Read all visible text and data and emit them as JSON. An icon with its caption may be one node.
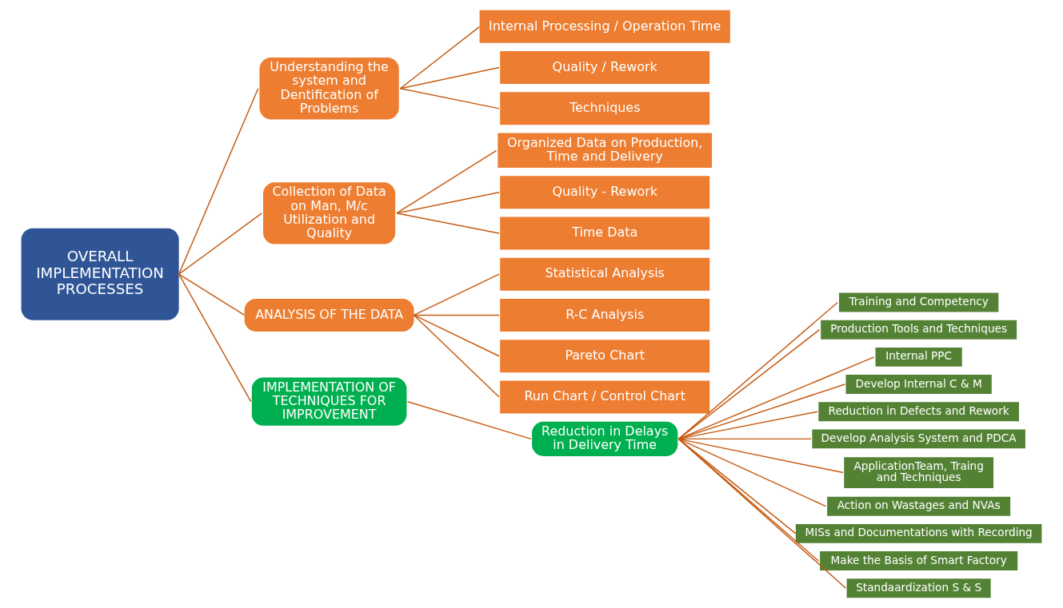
{
  "diagram": {
    "nodes": [
      {
        "text": [
          "OVERALL IMPLEMENTATION PROCESSES"
        ]
      },
      {
        "text": [
          "Understanding the system and Dentification of Problems"
        ]
      },
      {
        "text": [
          "Internal Processing / Operation Time"
        ]
      },
      {
        "text": [
          "Quality / Rework"
        ]
      },
      {
        "text": [
          "Techniques"
        ]
      },
      {
        "text": [
          "Collection of Data on Man, M/c Utilization and Quality"
        ]
      },
      {
        "text": [
          "Organized Data on Production, Time and Delivery"
        ]
      },
      {
        "text": [
          "Quality - Rework"
        ]
      },
      {
        "text": [
          "Time Data"
        ]
      },
      {
        "text": [
          "ANALYSIS OF THE DATA"
        ]
      },
      {
        "text": [
          "Statistical Analysis"
        ]
      },
      {
        "text": [
          "R-C Analysis"
        ]
      },
      {
        "text": [
          "Pareto Chart"
        ]
      },
      {
        "text": [
          "Run Chart / Control Chart"
        ]
      },
      {
        "text": [
          "IMPLEMENTATION OF TECHNIQUES FOR IMPROVEMENT"
        ]
      },
      {
        "text": [
          "Reduction in Delays in Delivery Time"
        ]
      },
      {
        "text": [
          "Training and Competency"
        ]
      },
      {
        "text": [
          "Production Tools and Techniques"
        ]
      },
      {
        "text": [
          "Internal PPC"
        ]
      },
      {
        "text": [
          "Develop Internal C & M"
        ]
      },
      {
        "text": [
          "Reduction in Defects and Rework"
        ]
      },
      {
        "text": [
          "Develop Analysis System and PDCA"
        ]
      },
      {
        "text": [
          "ApplicationTeam, Traing and Techniques"
        ]
      },
      {
        "text": [
          "Action on Wastages and NVAs"
        ]
      },
      {
        "text": [
          "MISs and Documentations with Recording"
        ]
      },
      {
        "text": [
          "Make the Basis of Smart Factory"
        ]
      },
      {
        "text": [
          "Standaardization S & S"
        ]
      }
    ],
    "edges": [
      {
        "from": 0,
        "to": 1,
        "arrow": "none"
      },
      {
        "from": 0,
        "to": 5,
        "arrow": "none"
      },
      {
        "from": 0,
        "to": 9,
        "arrow": "none"
      },
      {
        "from": 0,
        "to": 14,
        "arrow": "none"
      },
      {
        "from": 1,
        "to": 2,
        "arrow": "none"
      },
      {
        "from": 1,
        "to": 3,
        "arrow": "none"
      },
      {
        "from": 1,
        "to": 4,
        "arrow": "none"
      },
      {
        "from": 5,
        "to": 6,
        "arrow": "none"
      },
      {
        "from": 5,
        "to": 7,
        "arrow": "none"
      },
      {
        "from": 5,
        "to": 8,
        "arrow": "none"
      },
      {
        "from": 9,
        "to": 10,
        "arrow": "none"
      },
      {
        "from": 9,
        "to": 11,
        "arrow": "none"
      },
      {
        "from": 9,
        "to": 12,
        "arrow": "none"
      },
      {
        "from": 9,
        "to": 13,
        "arrow": "none"
      },
      {
        "from": 14,
        "to": 15,
        "arrow": "none"
      },
      {
        "from": 15,
        "to": 16,
        "arrow": "none"
      },
      {
        "from": 15,
        "to": 17,
        "arrow": "none"
      },
      {
        "from": 15,
        "to": 18,
        "arrow": "none"
      },
      {
        "from": 15,
        "to": 19,
        "arrow": "none"
      },
      {
        "from": 15,
        "to": 20,
        "arrow": "none"
      },
      {
        "from": 15,
        "to": 21,
        "arrow": "none"
      },
      {
        "from": 15,
        "to": 22,
        "arrow": "none"
      },
      {
        "from": 15,
        "to": 23,
        "arrow": "none"
      },
      {
        "from": 15,
        "to": 24,
        "arrow": "none"
      },
      {
        "from": 15,
        "to": 25,
        "arrow": "none"
      },
      {
        "from": 15,
        "to": 26,
        "arrow": "none"
      }
    ]
  }
}
